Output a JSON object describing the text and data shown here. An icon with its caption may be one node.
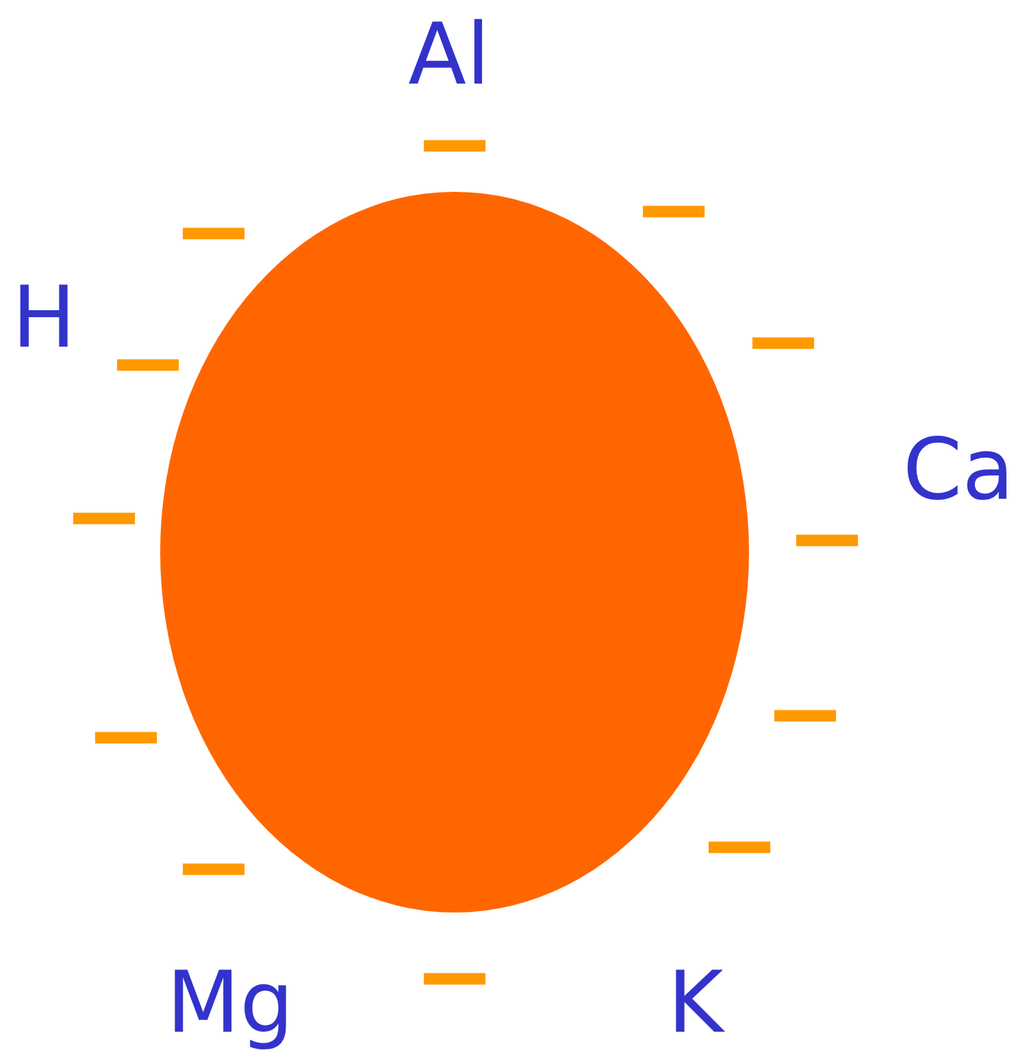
{
  "diagram": {
    "labels": [
      "Al",
      "−",
      "−",
      "−",
      "H",
      "−",
      "−",
      "Ca",
      "−",
      "−",
      "−",
      "−",
      "−",
      "−",
      "−",
      "Mg",
      "K"
    ]
  }
}
